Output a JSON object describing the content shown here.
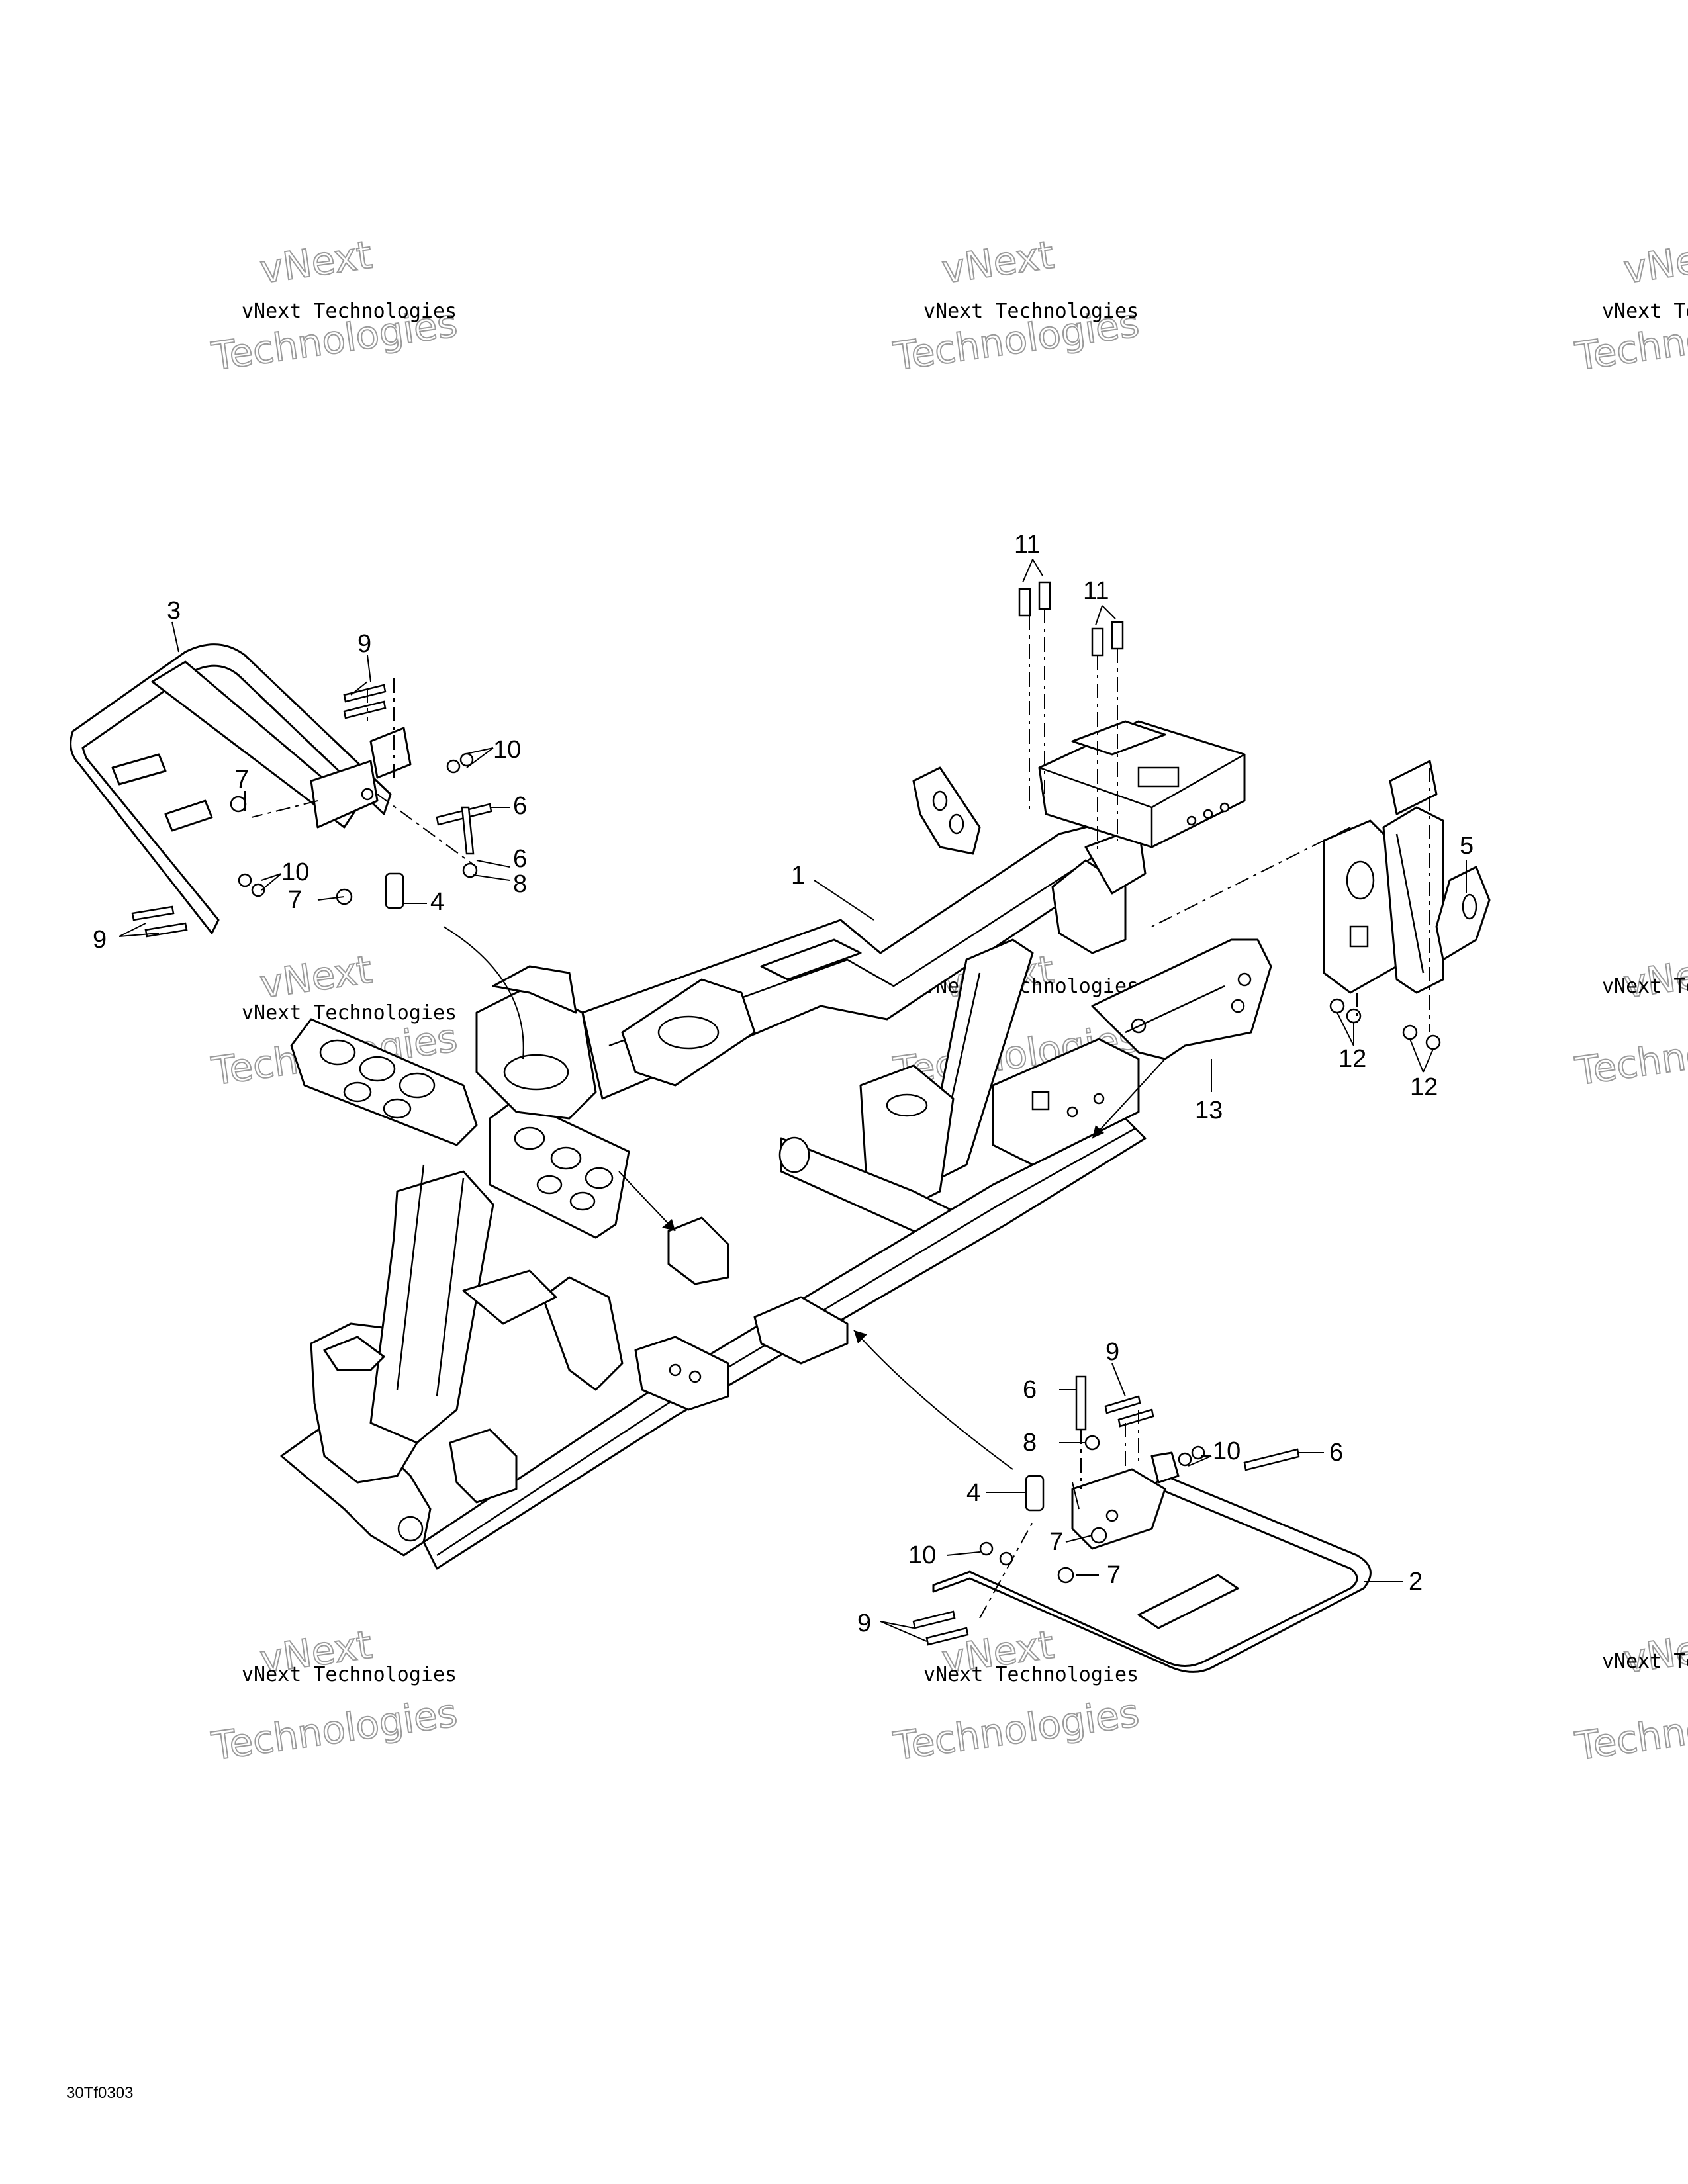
{
  "diagram": {
    "reference_code": "30Tf0303",
    "watermark": {
      "line_small": "vNext Technologies",
      "line_big_1": "vNext",
      "line_big_2": "Technologies"
    },
    "callouts": [
      "1",
      "2",
      "3",
      "4",
      "4",
      "5",
      "6",
      "6",
      "6",
      "6",
      "7",
      "7",
      "7",
      "7",
      "8",
      "8",
      "9",
      "9",
      "9",
      "9",
      "10",
      "10",
      "10",
      "10",
      "11",
      "11",
      "12",
      "12",
      "13"
    ]
  }
}
